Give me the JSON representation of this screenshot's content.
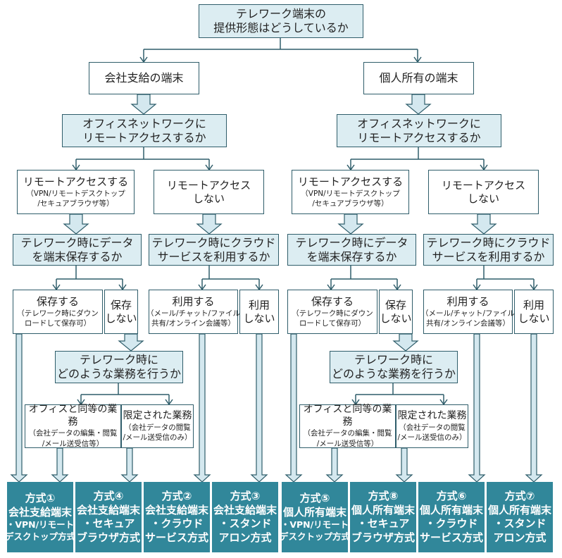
{
  "title": {
    "line1": "テレワーク端末の",
    "line2": "提供形態はどうしているか"
  },
  "branches": [
    {
      "device": "会社支給の端末",
      "q_remote": {
        "line1": "オフィスネットワークに",
        "line2": "リモートアクセスするか"
      },
      "remote_yes": {
        "main": "リモートアクセスする",
        "sub1": "（VPN/リモートデスクトップ",
        "sub2": "/セキュアブラウザ等）"
      },
      "remote_no": {
        "line1": "リモートアクセス",
        "line2": "しない"
      },
      "q_store": {
        "line1": "テレワーク時にデータ",
        "line2": "を端末保存するか"
      },
      "q_cloud": {
        "line1": "テレワーク時にクラウド",
        "line2": "サービスを利用するか"
      },
      "store_yes": {
        "main": "保存する",
        "sub1": "（テレワーク時にダウン",
        "sub2": "ロードして保存可）"
      },
      "store_no": {
        "line1": "保存",
        "line2": "しない"
      },
      "cloud_yes": {
        "main": "利用する",
        "sub1": "（メール/チャット/ファイル",
        "sub2": "共有/オンライン会議等）"
      },
      "cloud_no": {
        "line1": "利用",
        "line2": "しない"
      },
      "q_work": {
        "line1": "テレワーク時に",
        "line2": "どのような業務を行うか"
      },
      "work_full": {
        "main": "オフィスと同等の業務",
        "sub1": "（会社データの編集・閲覧",
        "sub2": "/メール送受信等）"
      },
      "work_limited": {
        "main": "限定された業務",
        "sub1": "（会社データの閲覧",
        "sub2": "/メール送受信のみ）"
      }
    },
    {
      "device": "個人所有の端末",
      "q_remote": {
        "line1": "オフィスネットワークに",
        "line2": "リモートアクセスするか"
      },
      "remote_yes": {
        "main": "リモートアクセスする",
        "sub1": "（VPN/リモートデスクトップ",
        "sub2": "/セキュアブラウザ等）"
      },
      "remote_no": {
        "line1": "リモートアクセス",
        "line2": "しない"
      },
      "q_store": {
        "line1": "テレワーク時にデータ",
        "line2": "を端末保存するか"
      },
      "q_cloud": {
        "line1": "テレワーク時にクラウド",
        "line2": "サービスを利用するか"
      },
      "store_yes": {
        "main": "保存する",
        "sub1": "（テレワーク時にダウン",
        "sub2": "ロードして保存可）"
      },
      "store_no": {
        "line1": "保存",
        "line2": "しない"
      },
      "cloud_yes": {
        "main": "利用する",
        "sub1": "（メール/チャット/ファイル",
        "sub2": "共有/オンライン会議等）"
      },
      "cloud_no": {
        "line1": "利用",
        "line2": "しない"
      },
      "q_work": {
        "line1": "テレワーク時に",
        "line2": "どのような業務を行うか"
      },
      "work_full": {
        "main": "オフィスと同等の業務",
        "sub1": "（会社データの編集・閲覧",
        "sub2": "/メール送受信等）"
      },
      "work_limited": {
        "main": "限定された業務",
        "sub1": "（会社データの閲覧",
        "sub2": "/メール送受信のみ）"
      }
    }
  ],
  "results": [
    {
      "l1": "方式①",
      "l2": "会社支給端末",
      "l3": "・VPN/リモート",
      "l4": "デスクトップ方式"
    },
    {
      "l1": "方式④",
      "l2": "会社支給端末",
      "l3": "・セキュア",
      "l4": "ブラウザ方式"
    },
    {
      "l1": "方式②",
      "l2": "会社支給端末",
      "l3": "・クラウド",
      "l4": "サービス方式"
    },
    {
      "l1": "方式③",
      "l2": "会社支給端末",
      "l3": "・スタンド",
      "l4": "アロン方式"
    },
    {
      "l1": "方式⑤",
      "l2": "個人所有端末",
      "l3": "・VPN/リモート",
      "l4": "デスクトップ方式"
    },
    {
      "l1": "方式⑧",
      "l2": "個人所有端末",
      "l3": "・セキュア",
      "l4": "ブラウザ方式"
    },
    {
      "l1": "方式⑥",
      "l2": "個人所有端末",
      "l3": "・クラウド",
      "l4": "サービス方式"
    },
    {
      "l1": "方式⑦",
      "l2": "個人所有端末",
      "l3": "・スタンド",
      "l4": "アロン方式"
    }
  ],
  "colors": {
    "line": "#2f5d6a",
    "question_fill": "#dcedf2",
    "result_fill": "#31879a",
    "arrow_fill": "#d4e8ef"
  }
}
